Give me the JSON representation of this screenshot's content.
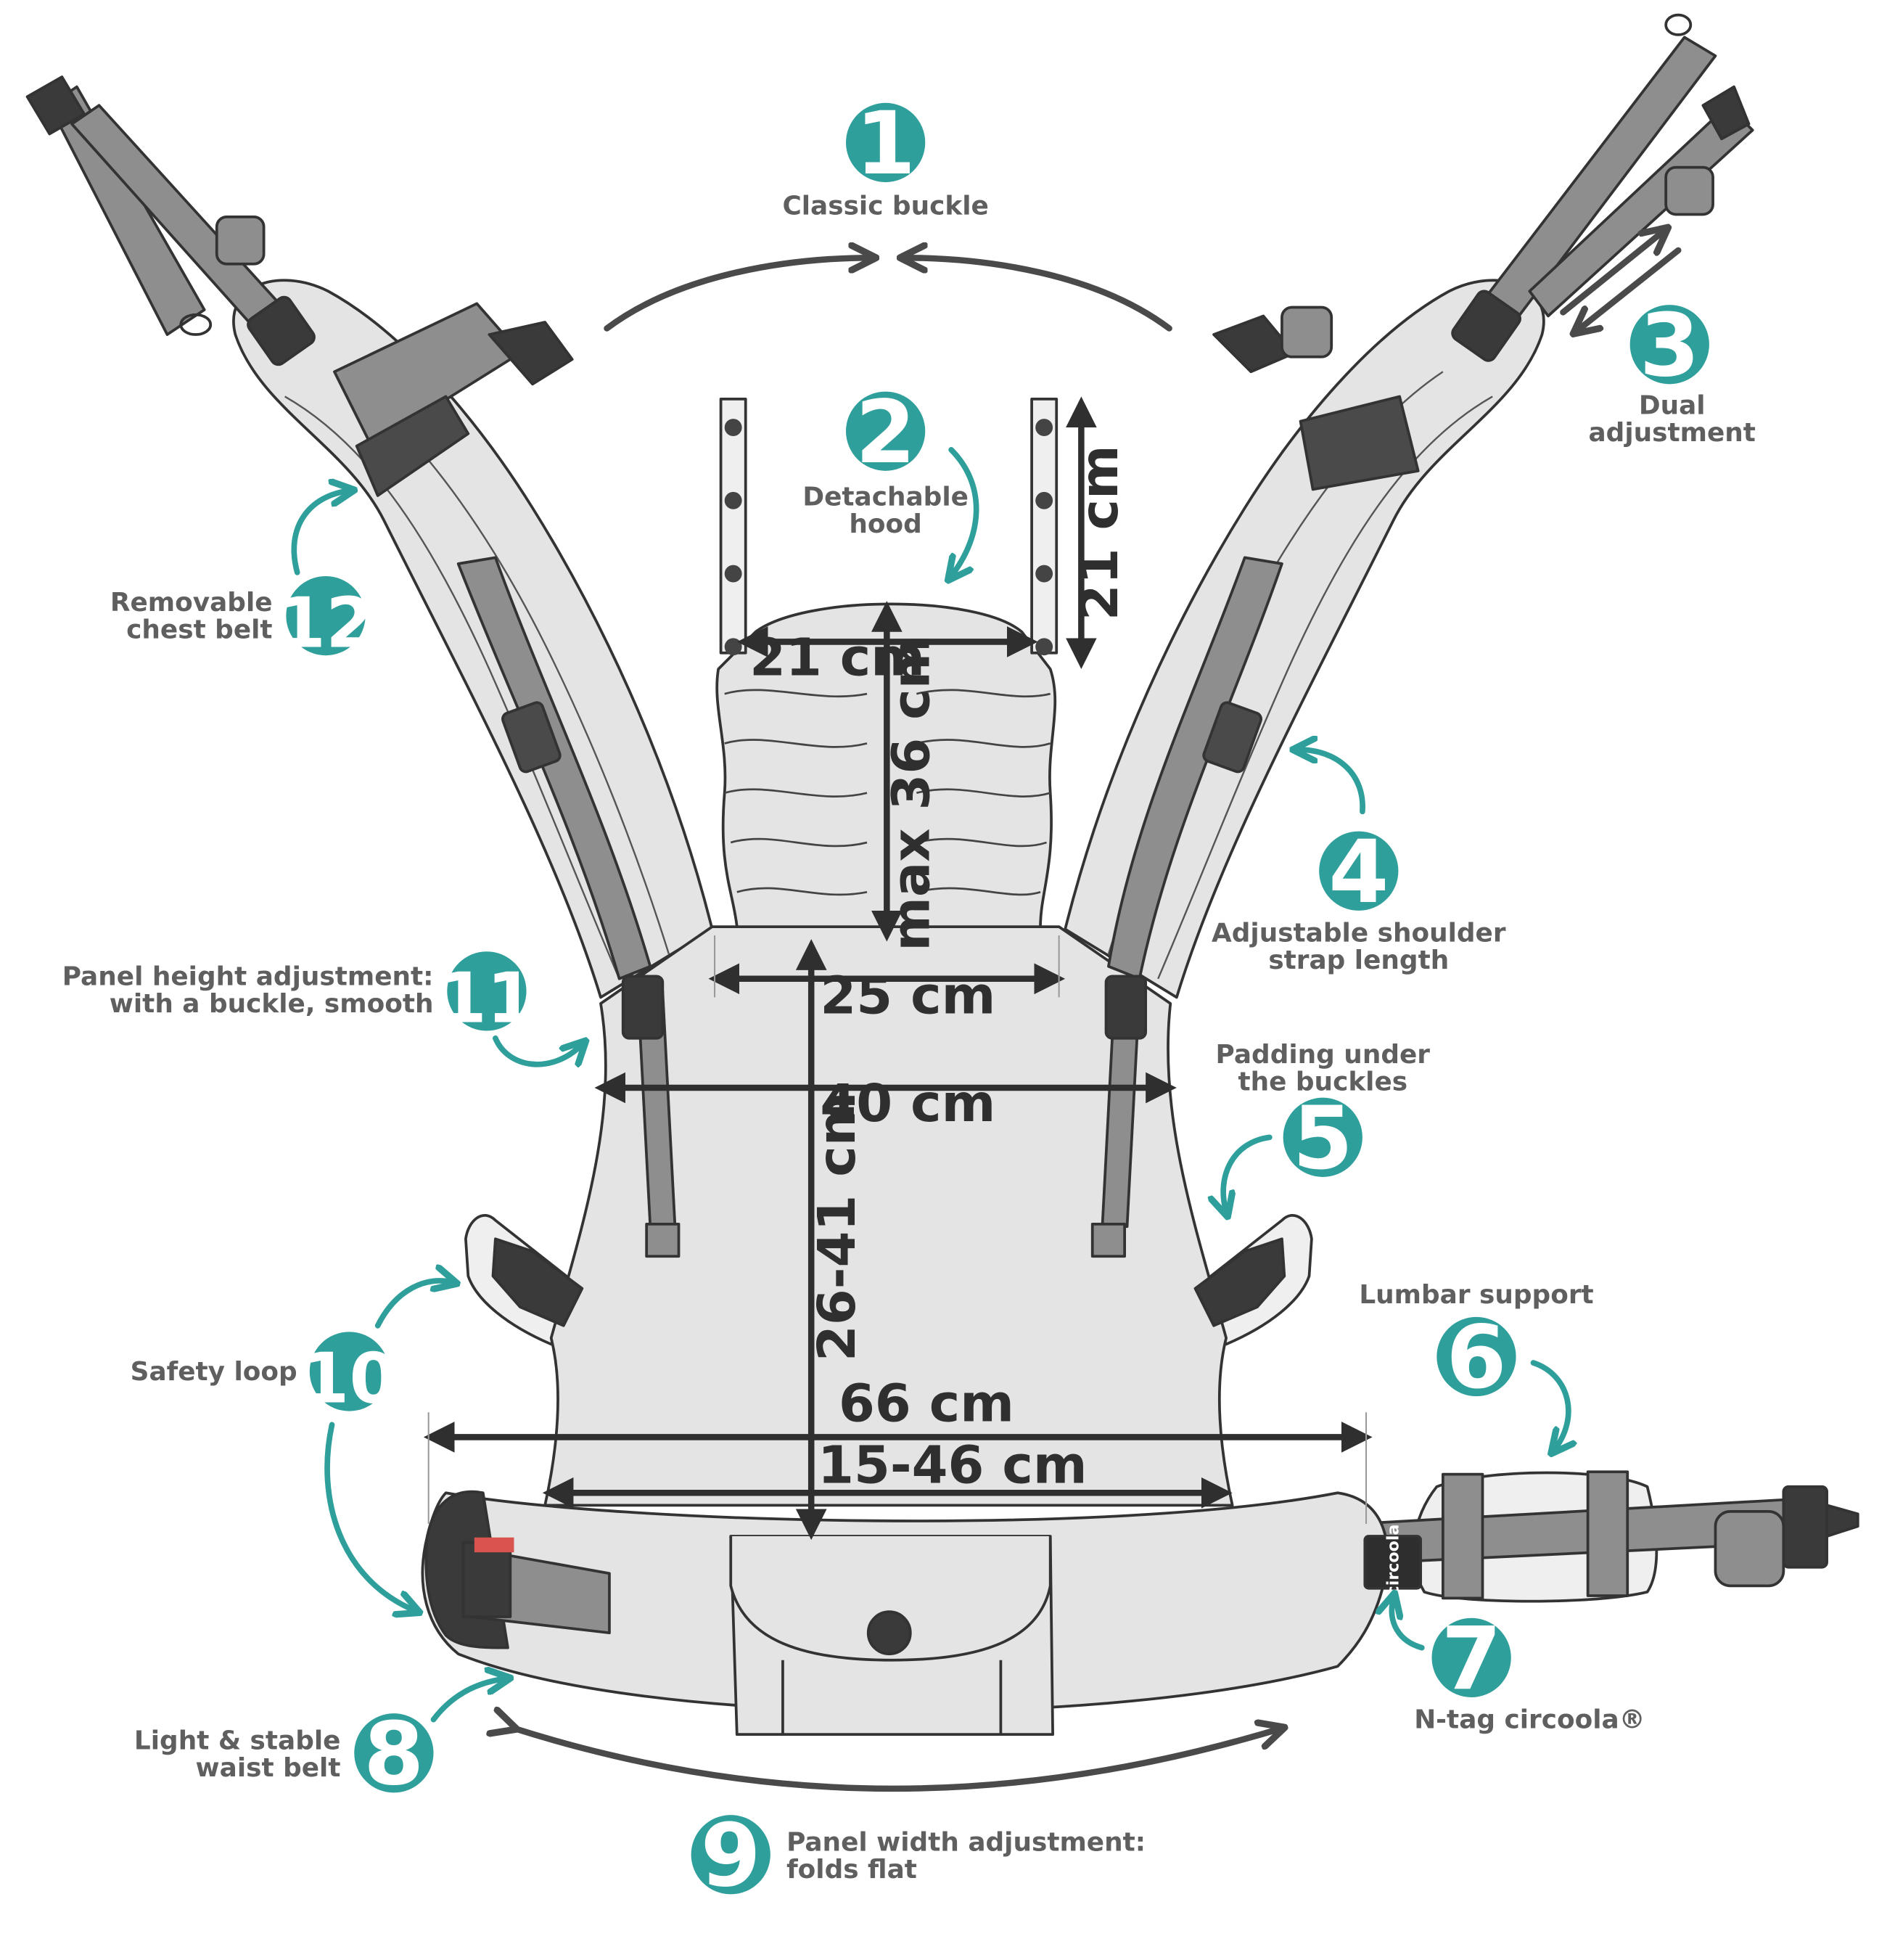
{
  "colors": {
    "accent": "#2e9f9b",
    "outline": "#333333",
    "fabric": "#e4e4e4",
    "fabric_light": "#efefef",
    "strap": "#8e8e8e",
    "buckle": "#3a3a3a",
    "label": "#5f5f5f",
    "red_tab": "#d9534f"
  },
  "features": [
    {
      "number": "1",
      "line1": "Classic buckle",
      "line2": ""
    },
    {
      "number": "2",
      "line1": "Detachable",
      "line2": "hood"
    },
    {
      "number": "3",
      "line1": "Dual",
      "line2": "adjustment"
    },
    {
      "number": "4",
      "line1": "Adjustable shoulder",
      "line2": "strap length"
    },
    {
      "number": "5",
      "line1": "Padding under",
      "line2": "the buckles"
    },
    {
      "number": "6",
      "line1": "Lumbar support",
      "line2": ""
    },
    {
      "number": "7",
      "line1": "N-tag circoola®",
      "line2": ""
    },
    {
      "number": "8",
      "line1": "Light & stable",
      "line2": "waist belt"
    },
    {
      "number": "9",
      "line1": "Panel width adjustment:",
      "line2": "folds flat"
    },
    {
      "number": "10",
      "line1": "Safety loop",
      "line2": ""
    },
    {
      "number": "11",
      "line1": "Panel height adjustment:",
      "line2": "with a buckle, smooth"
    },
    {
      "number": "12",
      "line1": "Removable",
      "line2": "chest belt"
    }
  ],
  "dimensions": {
    "hood_height": "21 cm",
    "hood_width": "21 cm",
    "panel_max_height": "max 36 cm",
    "panel_top_width": "25 cm",
    "panel_width": "40 cm",
    "panel_height": "26-41 cm",
    "waist_total": "66 cm",
    "waist_adjust": "15-46 cm"
  },
  "brand_tag": "circoola"
}
